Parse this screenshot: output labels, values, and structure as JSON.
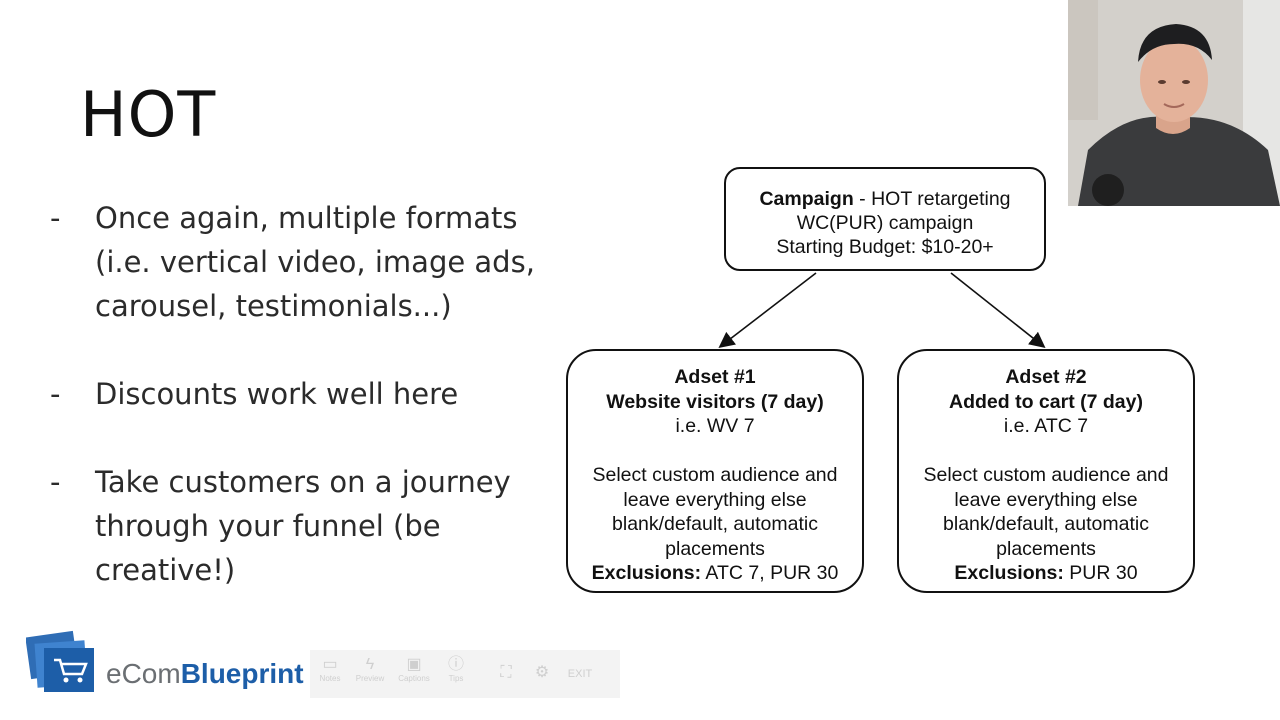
{
  "slide": {
    "title": "HOT",
    "bullets": [
      {
        "dash": "-",
        "text": "Once again, multiple formats (i.e. vertical video, image ads, carousel, testimonials...)"
      },
      {
        "dash": "-",
        "text": "Discounts work well here"
      },
      {
        "dash": "-",
        "text": "Take customers on a journey through your funnel (be creative!)"
      }
    ]
  },
  "diagram": {
    "campaign": {
      "bold": "Campaign",
      "rest": " - HOT retargeting",
      "line2": "WC(PUR) campaign",
      "line3": "Starting Budget: $10-20+"
    },
    "adsets": [
      {
        "title": "Adset #1",
        "subtitle": "Website visitors (7 day)",
        "ie": "i.e. WV 7",
        "desc1": "Select custom audience and",
        "desc2": "leave everything else",
        "desc3": "blank/default, automatic",
        "desc4": "placements",
        "excl_label": "Exclusions:",
        "excl_value": " ATC 7, PUR 30"
      },
      {
        "title": "Adset #2",
        "subtitle": "Added to cart (7 day)",
        "ie": "i.e. ATC 7",
        "desc1": "Select custom audience and",
        "desc2": "leave everything else",
        "desc3": "blank/default, automatic",
        "desc4": "placements",
        "excl_label": "Exclusions:",
        "excl_value": " PUR 30"
      }
    ]
  },
  "brand": {
    "prefix": "eCom",
    "suffix": "Blueprint",
    "accent": "#1d5ea8"
  },
  "player_toolbar": {
    "items": [
      {
        "icon": "notes-icon",
        "label": "Notes"
      },
      {
        "icon": "bolt-icon",
        "label": "Preview"
      },
      {
        "icon": "captions-icon",
        "label": "Captions"
      },
      {
        "icon": "info-icon",
        "label": "Tips"
      }
    ],
    "exit_label": "EXIT"
  }
}
